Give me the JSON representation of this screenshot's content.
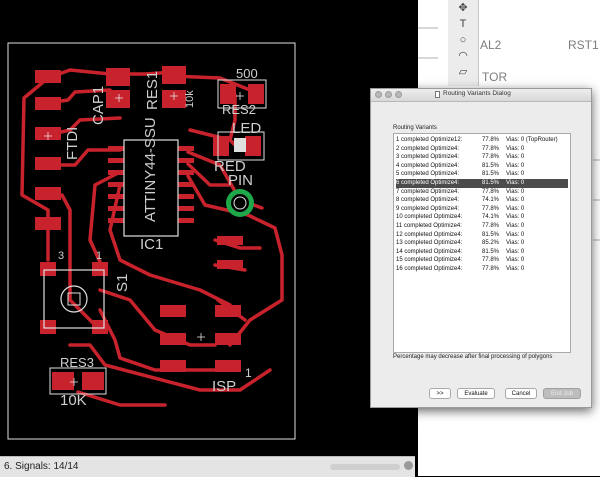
{
  "board": {
    "labels": {
      "ftdi": "FTDI",
      "cap1": "CAP1",
      "res1": "RES1",
      "res1_value": "10k",
      "attiny": "ATTINY44-SSU",
      "ic1": "IC1",
      "res2_value": "500",
      "res2": "RES2",
      "led": "LED",
      "red": "RED",
      "pin": "PIN",
      "s1": "S1",
      "res3": "RES3",
      "res3_value": "10K",
      "isp": "ISP",
      "isp_pin": "1",
      "s1_pin3": "3",
      "s1_pin1": "1"
    },
    "colors": {
      "copper": "#c8232d",
      "outline": "#e0e0e0",
      "background": "#000000",
      "via": "#1ea84a"
    }
  },
  "statusbar": {
    "text": "6. Signals: 14/14"
  },
  "schematic": {
    "labels": [
      "AL2",
      "RST1",
      "TOR"
    ]
  },
  "dialog": {
    "title": "Routing Variants Dialog",
    "caption": "Routing Variants",
    "selected_index": 5,
    "variants": [
      {
        "label": "1 completed Optimize12:",
        "percent": "77.8%",
        "vias": "Vias: 0 (TopRouter)"
      },
      {
        "label": "2 completed Optimize4:",
        "percent": "77.8%",
        "vias": "Vias: 0"
      },
      {
        "label": "3 completed Optimize4:",
        "percent": "77.8%",
        "vias": "Vias: 0"
      },
      {
        "label": "4 completed Optimize4:",
        "percent": "81.5%",
        "vias": "Vias: 0"
      },
      {
        "label": "5 completed Optimize4:",
        "percent": "81.5%",
        "vias": "Vias: 0"
      },
      {
        "label": "6 completed Optimize4:",
        "percent": "81.5%",
        "vias": "Vias: 0"
      },
      {
        "label": "7 completed Optimize4:",
        "percent": "77.8%",
        "vias": "Vias: 0"
      },
      {
        "label": "8 completed Optimize4:",
        "percent": "74.1%",
        "vias": "Vias: 0"
      },
      {
        "label": "9 completed Optimize4:",
        "percent": "77.8%",
        "vias": "Vias: 0"
      },
      {
        "label": "10 completed Optimize4:",
        "percent": "74.1%",
        "vias": "Vias: 0"
      },
      {
        "label": "11 completed Optimize4:",
        "percent": "77.8%",
        "vias": "Vias: 0"
      },
      {
        "label": "12 completed Optimize4:",
        "percent": "81.5%",
        "vias": "Vias: 0"
      },
      {
        "label": "13 completed Optimize4:",
        "percent": "85.2%",
        "vias": "Vias: 0"
      },
      {
        "label": "14 completed Optimize4:",
        "percent": "81.5%",
        "vias": "Vias: 0"
      },
      {
        "label": "15 completed Optimize4:",
        "percent": "77.8%",
        "vias": "Vias: 0"
      },
      {
        "label": "16 completed Optimize4:",
        "percent": "77.8%",
        "vias": "Vias: 0"
      }
    ],
    "note": "Percentage may decrease after final processing of polygons",
    "buttons": {
      "next": ">>",
      "evaluate": "Evaluate",
      "cancel": "Cancel",
      "end_job": "End Job"
    }
  }
}
